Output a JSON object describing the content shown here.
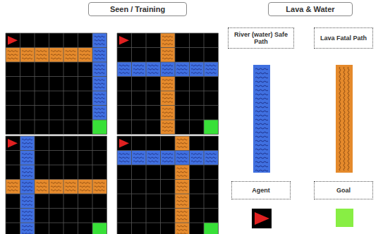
{
  "diagram": {
    "nodes": [
      {
        "text": [
          "Seen / Training"
        ]
      },
      {
        "text": [
          "Lava & Water"
        ]
      },
      {
        "text": [
          "River (water) Safe Path"
        ]
      },
      {
        "text": [
          "Lava Fatal Path"
        ]
      },
      {
        "text": [
          "Agent"
        ]
      },
      {
        "text": [
          "Goal"
        ]
      }
    ]
  }
}
